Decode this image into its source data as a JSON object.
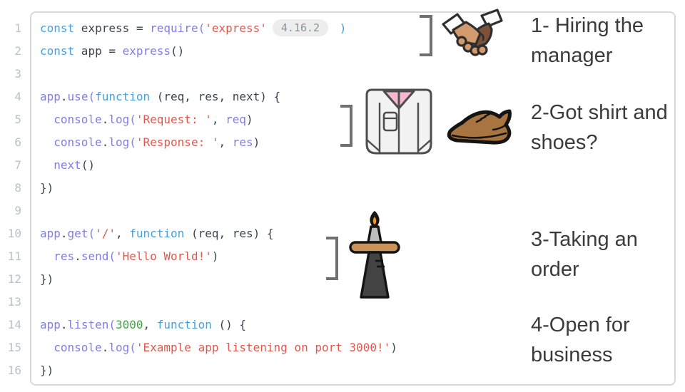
{
  "colors": {
    "keyword_blue": "#4aa0dc",
    "call_purple": "#7e7ee4",
    "plain_dark": "#3d4450",
    "string_red": "#e0584d",
    "number_green": "#3fa544",
    "line_number_gray": "#bcc0c7",
    "badge_background": "#ededee",
    "badge_text": "#8e949c",
    "panel_border": "#d8d8d8",
    "bracket_gray": "#707070",
    "caption_text": "#3b3b3b"
  },
  "code": {
    "version_badge": "4.16.2",
    "lines": [
      {
        "n": "1",
        "tokens": [
          {
            "t": "const",
            "c": "kw"
          },
          {
            "t": " express = ",
            "c": "pl"
          },
          {
            "t": "require(",
            "c": "fn"
          },
          {
            "t": "'express'",
            "c": "str"
          },
          {
            "t": "4.16.2",
            "c": "badge"
          },
          {
            "t": " )",
            "c": "kw"
          }
        ]
      },
      {
        "n": "2",
        "tokens": [
          {
            "t": "const",
            "c": "kw"
          },
          {
            "t": " app = ",
            "c": "pl"
          },
          {
            "t": "express",
            "c": "fn"
          },
          {
            "t": "()",
            "c": "pl"
          }
        ]
      },
      {
        "n": "3",
        "tokens": []
      },
      {
        "n": "4",
        "tokens": [
          {
            "t": "app",
            "c": "fn"
          },
          {
            "t": ".",
            "c": "pl"
          },
          {
            "t": "use(",
            "c": "fn"
          },
          {
            "t": "function",
            "c": "kw"
          },
          {
            "t": " (req, res, next) {",
            "c": "pl"
          }
        ]
      },
      {
        "n": "5",
        "tokens": [
          {
            "t": "  ",
            "c": "pl"
          },
          {
            "t": "console",
            "c": "fn"
          },
          {
            "t": ".",
            "c": "pl"
          },
          {
            "t": "log(",
            "c": "fn"
          },
          {
            "t": "'Request: '",
            "c": "str"
          },
          {
            "t": ", ",
            "c": "pl"
          },
          {
            "t": "req",
            "c": "fn"
          },
          {
            "t": ")",
            "c": "pl"
          }
        ]
      },
      {
        "n": "6",
        "tokens": [
          {
            "t": "  ",
            "c": "pl"
          },
          {
            "t": "console",
            "c": "fn"
          },
          {
            "t": ".",
            "c": "pl"
          },
          {
            "t": "log(",
            "c": "fn"
          },
          {
            "t": "'Response: '",
            "c": "str"
          },
          {
            "t": ", ",
            "c": "pl"
          },
          {
            "t": "res",
            "c": "fn"
          },
          {
            "t": ")",
            "c": "pl"
          }
        ]
      },
      {
        "n": "7",
        "tokens": [
          {
            "t": "  ",
            "c": "pl"
          },
          {
            "t": "next",
            "c": "fn"
          },
          {
            "t": "()",
            "c": "pl"
          }
        ]
      },
      {
        "n": "8",
        "tokens": [
          {
            "t": "})",
            "c": "pl"
          }
        ]
      },
      {
        "n": "9",
        "tokens": []
      },
      {
        "n": "10",
        "tokens": [
          {
            "t": "app",
            "c": "fn"
          },
          {
            "t": ".",
            "c": "pl"
          },
          {
            "t": "get(",
            "c": "fn"
          },
          {
            "t": "'/'",
            "c": "str"
          },
          {
            "t": ", ",
            "c": "pl"
          },
          {
            "t": "function",
            "c": "kw"
          },
          {
            "t": " (req, res) {",
            "c": "pl"
          }
        ]
      },
      {
        "n": "11",
        "tokens": [
          {
            "t": "  ",
            "c": "pl"
          },
          {
            "t": "res",
            "c": "fn"
          },
          {
            "t": ".",
            "c": "pl"
          },
          {
            "t": "send(",
            "c": "fn"
          },
          {
            "t": "'Hello World!'",
            "c": "str"
          },
          {
            "t": ")",
            "c": "pl"
          }
        ]
      },
      {
        "n": "12",
        "tokens": [
          {
            "t": "})",
            "c": "pl"
          }
        ]
      },
      {
        "n": "13",
        "tokens": []
      },
      {
        "n": "14",
        "tokens": [
          {
            "t": "app",
            "c": "fn"
          },
          {
            "t": ".",
            "c": "pl"
          },
          {
            "t": "listen(",
            "c": "fn"
          },
          {
            "t": "3000",
            "c": "num"
          },
          {
            "t": ", ",
            "c": "pl"
          },
          {
            "t": "function",
            "c": "kw"
          },
          {
            "t": " () {",
            "c": "pl"
          }
        ]
      },
      {
        "n": "15",
        "tokens": [
          {
            "t": "  ",
            "c": "pl"
          },
          {
            "t": "console",
            "c": "fn"
          },
          {
            "t": ".",
            "c": "pl"
          },
          {
            "t": "log(",
            "c": "fn"
          },
          {
            "t": "'Example app listening on port 3000!'",
            "c": "str"
          },
          {
            "t": ")",
            "c": "pl"
          }
        ]
      },
      {
        "n": "16",
        "tokens": [
          {
            "t": "})",
            "c": "pl"
          }
        ]
      }
    ]
  },
  "annotations": [
    {
      "label": "1- Hiring the manager"
    },
    {
      "label": "2-Got shirt and shoes?"
    },
    {
      "label": "3-Taking an order"
    },
    {
      "label": "4-Open for business"
    }
  ],
  "icons": [
    {
      "name": "handshake-icon"
    },
    {
      "name": "shirt-icon"
    },
    {
      "name": "shoe-icon"
    },
    {
      "name": "candle-table-icon"
    }
  ]
}
